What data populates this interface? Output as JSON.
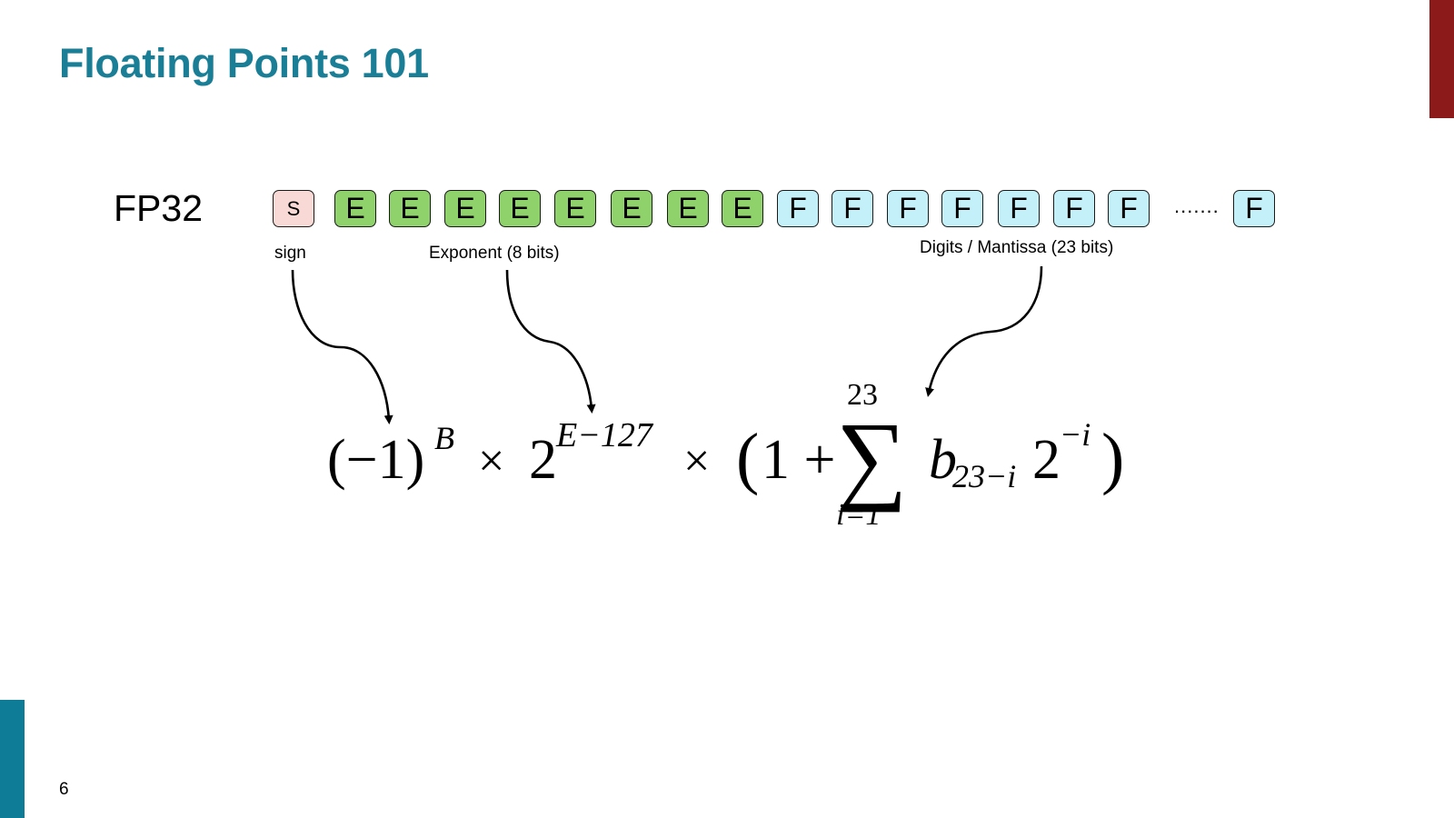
{
  "slide": {
    "title": "Floating Points 101",
    "page_number": "6"
  },
  "diagram": {
    "format_label": "FP32",
    "bits": {
      "sign": "S",
      "exponent": [
        "E",
        "E",
        "E",
        "E",
        "E",
        "E",
        "E",
        "E"
      ],
      "mantissa": [
        "F",
        "F",
        "F",
        "F",
        "F",
        "F",
        "F"
      ],
      "ellipsis": ".......",
      "mantissa_last": "F"
    },
    "labels": {
      "sign": "sign",
      "exponent": "Exponent (8 bits)",
      "mantissa": "Digits / Mantissa (23 bits)"
    },
    "colors": {
      "title": "#1a7f96",
      "sign_fill": "#f9d9d6",
      "exponent_fill": "#8fd16a",
      "mantissa_fill": "#c4f1f9",
      "top_accent": "#8c1a1a",
      "left_accent": "#0e7c96"
    }
  },
  "formula": {
    "neg_one": "(−1)",
    "sign_exp": "B",
    "times1": "×",
    "two": "2",
    "exp_exp": "E−127",
    "times2": "×",
    "open_paren": "(",
    "one_plus": "1 +",
    "sigma": "∑",
    "sum_upper": "23",
    "sum_lower": "i=1",
    "b": "b",
    "b_sub": "23−i",
    "two2": "2",
    "two2_exp": "−i",
    "close_paren": ")"
  }
}
